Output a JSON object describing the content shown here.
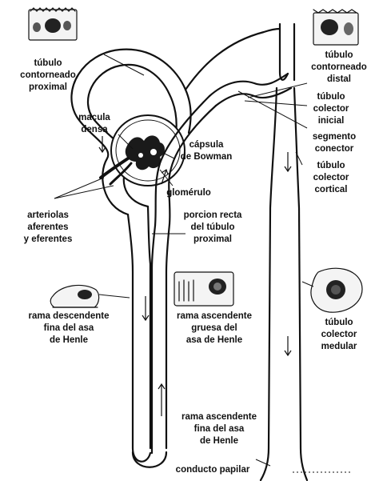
{
  "labels": {
    "tubulo_proximal": [
      "túbulo",
      "contorneado",
      "proximal"
    ],
    "tubulo_distal": [
      "túbulo",
      "contorneado",
      "distal"
    ],
    "tubulo_colector_inicial": [
      "túbulo",
      "colector",
      "inicial"
    ],
    "segmento_conector": [
      "segmento",
      "conector"
    ],
    "tubulo_colector_cortical": [
      "túbulo",
      "colector",
      "cortical"
    ],
    "macula_densa": [
      "macula",
      "densa"
    ],
    "capsula_bowman": [
      "cápsula",
      "de Bowman"
    ],
    "glomerulo": [
      "glomérulo"
    ],
    "arteriolas": [
      "arteriolas",
      "aferentes",
      "y eferentes"
    ],
    "porcion_recta": [
      "porcion recta",
      "del túbulo",
      "proximal"
    ],
    "rama_descendente": [
      "rama descendente",
      "fina del asa",
      "de Henle"
    ],
    "rama_ascendente_gruesa": [
      "rama ascendente",
      "gruesa del",
      "asa de Henle"
    ],
    "tubulo_colector_medular": [
      "túbulo",
      "colector",
      "medular"
    ],
    "rama_ascendente_fina": [
      "rama ascendente",
      "fina del asa",
      "de Henle"
    ],
    "conducto_papilar": [
      "conducto papilar"
    ]
  },
  "colors": {
    "ink": "#111111",
    "paper": "#ffffff"
  }
}
